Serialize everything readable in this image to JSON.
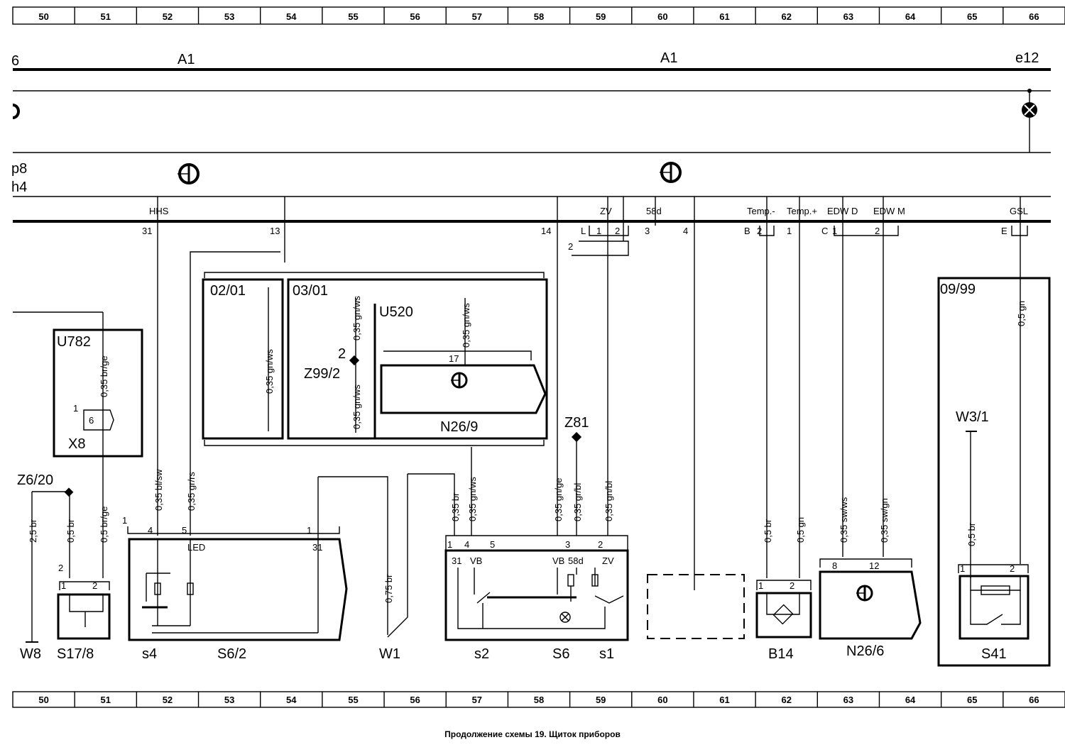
{
  "ruler": {
    "top": [
      "50",
      "51",
      "52",
      "53",
      "54",
      "55",
      "56",
      "57",
      "58",
      "59",
      "60",
      "61",
      "62",
      "63",
      "64",
      "65",
      "66"
    ],
    "bottom": [
      "50",
      "51",
      "52",
      "53",
      "54",
      "55",
      "56",
      "57",
      "58",
      "59",
      "60",
      "61",
      "62",
      "63",
      "64",
      "65",
      "66"
    ]
  },
  "bus": {
    "left_ref": "6",
    "a1_left": "A1",
    "a1_center": "A1",
    "e12": "e12",
    "p8": "p8",
    "h4": "h4"
  },
  "connectors": {
    "hhs": "HHS",
    "zv": "ZV",
    "d58": "58d",
    "temp_minus": "Temp.-",
    "temp_plus": "Temp.+",
    "edw_d": "EDW D",
    "edw_m": "EDW M",
    "gsl": "GSL",
    "p31": "31",
    "p13": "13",
    "p14": "14",
    "pL": "L",
    "p1": "1",
    "p2": "2",
    "p3": "3",
    "p4": "4",
    "pB": "B",
    "pB2": "2",
    "pB1": "1",
    "pC": "C",
    "pC1": "1",
    "pC2": "2",
    "pE": "E",
    "two_under": "2"
  },
  "modules": {
    "m0201": "02/01",
    "m0301": "03/01",
    "u520": "U520",
    "z99": "Z99/2",
    "z99_pin": "2",
    "n269": "N26/9",
    "n269_pin": "17",
    "m0999": "09/99",
    "w31": "W3/1",
    "z81": "Z81",
    "u782": "U782",
    "x8": "X8",
    "x8_pin1": "1",
    "x8_pin": "6",
    "z620": "Z6/20"
  },
  "components": {
    "w8": "W8",
    "s178": "S17/8",
    "s4": "s4",
    "s62": "S6/2",
    "w1": "W1",
    "s2": "s2",
    "s6": "S6",
    "s1": "s1",
    "b14": "B14",
    "n266": "N26/6",
    "s41": "S41",
    "led": "LED",
    "vb1": "VB",
    "vb2": "VB",
    "t31": "31",
    "t31b": "31",
    "t58d": "58d",
    "tzv": "ZV",
    "one": "1"
  },
  "pins": {
    "s178_1": "1",
    "s178_2": "2",
    "s178_top": "2",
    "s62_4": "4",
    "s62_5": "5",
    "s62_1": "1",
    "s6_1": "1",
    "s6_4": "4",
    "s6_5": "5",
    "s6_3": "3",
    "s6_2": "2",
    "b14_1": "1",
    "b14_2": "2",
    "n266_8": "8",
    "n266_12": "12",
    "s41_1": "1",
    "s41_2": "2"
  },
  "wires": {
    "w_u782": "0,35 br/ge",
    "w_x8": "0,5 br/ge",
    "w_z620a": "2,5 br",
    "w_z620b": "0,5 br",
    "w_hhs": "0,35 bl/sw",
    "w_grrs": "0,35 gr/rs",
    "w_0201": "0,35 gn/ws",
    "w_0301a": "0,35 gn/ws",
    "w_0301b": "0,35 gn/ws",
    "w_0301c": "0,35 gn/ws",
    "w_w1": "0,75 br",
    "w_s6a": "0,35 br",
    "w_s6b": "0,35 gn/ws",
    "w_s6c": "0,35 gn/ge",
    "w_s6d": "0,35 gr/bl",
    "w_s6e": "0,35 gn/bl",
    "w_b14a": "0,5 br",
    "w_b14b": "0,5 gn",
    "w_n266a": "0,35 sw/ws",
    "w_n266b": "0,35 sw/gn",
    "w_s41a": "0,5 br",
    "w_s41b": "0,5 gn"
  },
  "caption": "Продолжение схемы 19. Щиток приборов"
}
